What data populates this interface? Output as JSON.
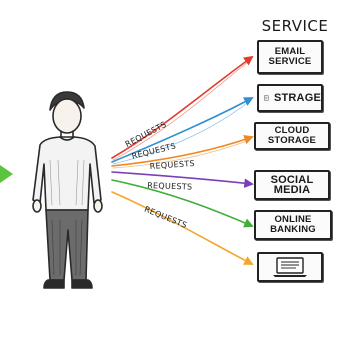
{
  "diagram": {
    "heading": "SERVICE",
    "request_label": "REQUESTS",
    "services": [
      {
        "label": "EMAIL\nSERVICE",
        "icon": "none"
      },
      {
        "label": "STRAGE",
        "icon": "file-icon"
      },
      {
        "label": "CLOUD STORAGE",
        "icon": "none"
      },
      {
        "label": "SOCIAL MEDIA",
        "icon": "none"
      },
      {
        "label": "ONLINE BANKING",
        "icon": "none"
      },
      {
        "label": "",
        "icon": "laptop-icon"
      }
    ],
    "arrow_colors": [
      "#e23b2e",
      "#2f8fd1",
      "#f08a24",
      "#7b3fb5",
      "#3fae3a",
      "#f2a62b"
    ],
    "accent_pointer_color": "#5bc43d"
  }
}
